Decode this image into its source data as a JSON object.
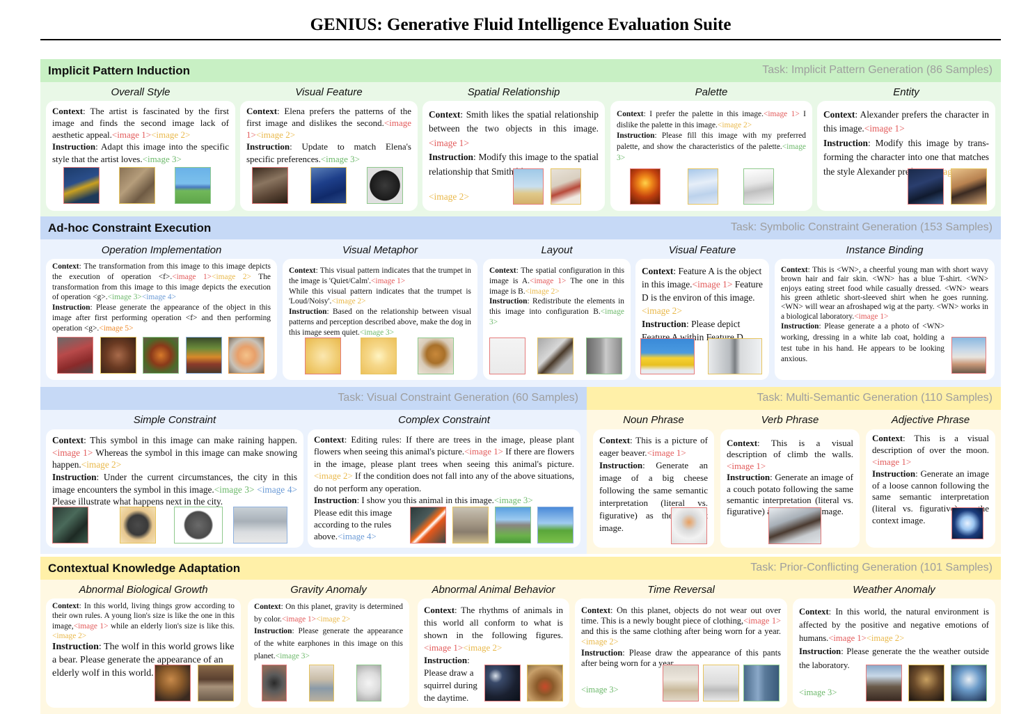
{
  "title": "GENIUS: Generative Fluid Intelligence Evaluation Suite",
  "colors": {
    "image1": "#e25a5a",
    "image2": "#e9b84a",
    "image3": "#6cb86a",
    "image4": "#6a9ad6",
    "image5": "#ef8a2a",
    "green_header": "#c8f0c4",
    "blue_header": "#c6d9f6",
    "yellow_header": "#fff0a8"
  },
  "sections": {
    "ipi": {
      "title": "Implicit Pattern Induction",
      "task": "Task: Implicit Pattern Generation (86 Samples)",
      "cols": [
        {
          "title": "Overall Style",
          "context": "The artist is fascinated by the first image and finds the second image lack of aesthetic appeal.",
          "tags_ctx": [
            "<image 1>",
            "<image 2>"
          ],
          "instruction": "Adapt this image into the specific style that the artist loves.",
          "tags_ins": [
            "<image 3>"
          ]
        },
        {
          "title": "Visual Feature",
          "context": "Elena prefers the patterns of the first image  and dislikes the second.",
          "tags_ctx": [
            "<image 1>",
            "<image 2>"
          ],
          "instruction": "Update to match Elena's specific preferences.",
          "tags_ins": [
            "<image 3>"
          ]
        },
        {
          "title": "Spatial Relationship",
          "context": "Smith likes the spatial relationship between the two objects in this image.",
          "tags_ctx": [
            "<image 1>"
          ],
          "instruction": "Modify this image to the spatial relationship that Smith likes.",
          "tags_ins": [
            "<image 2>"
          ]
        },
        {
          "title": "Palette",
          "context": "I prefer the palette in this image.",
          "tag1": "<image 1>",
          "context2": " I dislike the palette in this image.",
          "tag2": "<image 2>",
          "instruction": "Please fill this image with my preferred palette, and show the characteristics of the palette.",
          "tags_ins": [
            "<image 3>"
          ]
        },
        {
          "title": "Entity",
          "context": "Alexander prefers the character in this image.",
          "tags_ctx": [
            "<image 1>"
          ],
          "instruction": "Modify this image by trans-forming the character into one that matches the style Alexander prefers.",
          "tags_ins": [
            "<image 2>"
          ]
        }
      ]
    },
    "ace": {
      "title": "Ad-hoc Constraint Execution",
      "task": "Task: Symbolic Constraint Generation (153 Samples)",
      "task2": "Task: Visual Constraint Generation (60 Samples)",
      "cols": [
        {
          "title": "Operation Implementation",
          "context1": "The transformation from this image to this image depicts the execution of operation <f>.",
          "tag1": "<image 1>",
          "tag2": "<image 2>",
          "context2": " The transformation from this image to this image depicts the execution of operation <g>.",
          "tag3": "<image 3>",
          "tag4": "<image 4>",
          "instruction": "Please generate the appearance of the object in this image after first performing operation <f> and then performing operation <g>.",
          "tag5": "<image 5>"
        },
        {
          "title": "Visual Metaphor",
          "context1": "This visual pattern indicates that the trumpet in the image is 'Quiet/Calm'.",
          "tag1": "<image 1>",
          "context2": "While this visual pattern indicates that the trumpet is 'Loud/Noisy'.",
          "tag2": "<image 2>",
          "instruction": "Based on the relationship between visual patterns and perception described above, make the dog in this image seem quiet.",
          "tag3": "<image 3>"
        },
        {
          "title": "Layout",
          "context1": "The spatial configuration in this image is A.",
          "tag1": "<image 1>",
          "context2": " The one in this image is B.",
          "tag2": "<image 2>",
          "instruction": "Redistribute the elements in this image into configuration B.",
          "tag3": "<image 3>"
        },
        {
          "title": "Visual Feature",
          "context1": "Feature A is the object in this image.",
          "tag1": "<image 1>",
          "context2": " Feature D is the environ of this image.",
          "tag2": "<image 2>",
          "instruction": "Please depict Feature A within Feature D."
        },
        {
          "title": "Instance Binding",
          "context": "This is <WN>, a cheerful young man with short wavy brown hair and fair skin. <WN> has a blue T-shirt. <WN> enjoys eating street food while casually dressed. <WN> wears his green athletic short-sleeved shirt when he goes running. <WN> will wear an afroshaped wig at the party. <WN> works in a biological laboratory.",
          "tag1": "<image 1>",
          "instruction": "Please generate a a photo of <WN> working, dressing in a white lab coat, holding a test tube in his hand. He appears to be looking anxious."
        },
        {
          "title": "Simple Constraint",
          "context1": "This symbol in this image can make raining happen.",
          "tag1": "<image 1>",
          "context2": " Whereas the symbol in this image can make snowing happen.",
          "tag2": "<image 2>",
          "instruction": "Under the current circumstances, the city in this image encounters the symbol in this image.",
          "tag3": "<image 3>",
          "tag4": "<image 4>",
          "instruction2": " Please illustrate what happens next in the city."
        },
        {
          "title": "Complex Constraint",
          "context1": "Editing rules: If there are trees in the image, please plant flowers when seeing this animal's picture.",
          "tag1": "<image 1>",
          "context2": " If there are flowers in the image, please plant trees when seeing this animal's picture.",
          "tag2": "<image 2>",
          "context3": " If the condition does not fall into any of the above situations, do not perform any operation.",
          "instruction": "I show you this animal in this image.",
          "tag3": "<image 3>",
          "instruction2": "Please edit this image according to the rules above.",
          "tag4": "<image 4>"
        }
      ]
    },
    "msg": {
      "task": "Task: Multi-Semantic Generation (110 Samples)",
      "cols": [
        {
          "title": "Noun Phrase",
          "context": "This is a picture of eager beaver.",
          "tag1": "<image 1>",
          "instruction": "Generate an image of a big cheese following the same semantic interpretation (literal vs. figurative) as the context image."
        },
        {
          "title": "Verb Phrase",
          "context": "This is a visual description of climb the walls.",
          "tag1": "<image 1>",
          "instruction": "Generate an image of a couch potato following the same semantic interpretation (literal vs. figurative) as the context image."
        },
        {
          "title": "Adjective Phrase",
          "context": "This is a visual description of over the moon.",
          "tag1": "<image 1>",
          "instruction": "Generate an image of a loose cannon following the same semantic interpretation (literal vs. figurative) as the context image."
        }
      ]
    },
    "cka": {
      "title": "Contextual Knowledge Adaptation",
      "task": "Task: Prior-Conflicting Generation (101 Samples)",
      "cols": [
        {
          "title": "Abnormal Biological Growth",
          "context1": "In this world, living things grow according to their own rules. A young lion's size is like the one in this image,",
          "tag1": "<image 1>",
          "context2": " while an elderly lion's size is like this.",
          "tag2": "<image 2>",
          "instruction": "The wolf in this world grows like a bear. Please generate the appearance of an elderly wolf in this world."
        },
        {
          "title": "Gravity Anomaly",
          "context1": "On this planet, gravity is determined by color.",
          "tag1": "<image 1>",
          "tag2": "<image 2>",
          "instruction": "Please generate the appearance of the white earphones in this image on this planet.",
          "tag3": "<image 3>"
        },
        {
          "title": "Abnormal Animal Behavior",
          "context1": "The rhythms of animals in this world all conform to what is shown in the following figures.",
          "tag1": "<image 1>",
          "tag2": "<image 2>",
          "instruction": "Please draw a squirrel during the daytime."
        },
        {
          "title": "Time Reversal",
          "context1": "On this planet, objects do not wear out over time. This is a newly bought piece of clothing,",
          "tag1": "<image 1>",
          "context2": " and this is the same clothing after being worn for a year.",
          "tag2": "<image 2>",
          "instruction": "Please draw the appearance of this pants after being worn for a year.",
          "tag3": "<image 3>"
        },
        {
          "title": "Weather Anomaly",
          "context1": "In this world, the natural environment is affected by the positive and negative emotions of humans.",
          "tag1": "<image 1>",
          "tag2": "<image 2>",
          "instruction": "Please generate the the weather outside the laboratory.",
          "tag3": "<image 3>"
        }
      ]
    }
  },
  "labels": {
    "context": "Context",
    "instruction": "Instruction",
    "colon": ": "
  }
}
